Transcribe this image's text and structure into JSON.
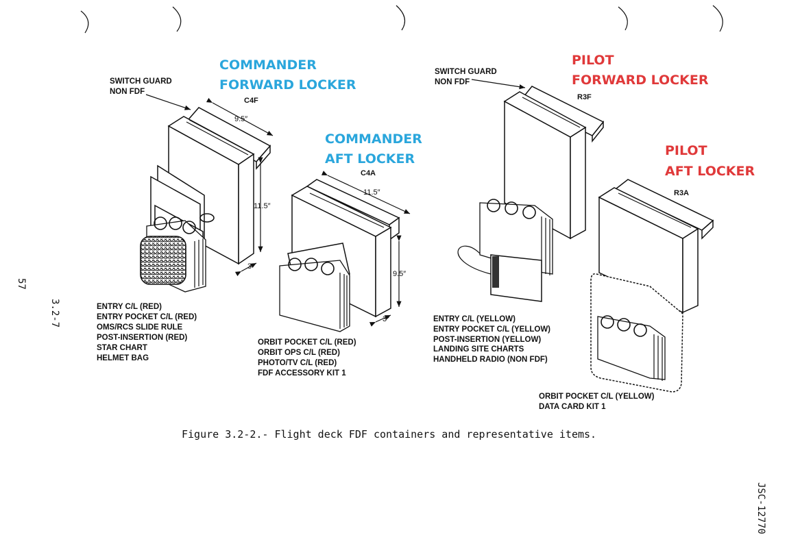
{
  "labels": {
    "cmdr_fwd": [
      "COMMANDER",
      "FORWARD LOCKER"
    ],
    "cmdr_aft": [
      "COMMANDER",
      "AFT LOCKER"
    ],
    "pilot_fwd": [
      "PILOT",
      "FORWARD LOCKER"
    ],
    "pilot_aft": [
      "PILOT",
      "AFT LOCKER"
    ]
  },
  "colors": {
    "commander": "#2aa6dc",
    "pilot": "#e0393a"
  },
  "ids": {
    "c4f": "C4F",
    "c4a": "C4A",
    "r3f": "R3F",
    "r3a": "R3A"
  },
  "switch_guard": [
    "SWITCH GUARD",
    "NON FDF"
  ],
  "dims": {
    "c4f_w": "9.5″",
    "c4f_h": "11.5″",
    "c4f_d": "3″",
    "c4a_w": "11.5″",
    "c4a_h": "9.5″",
    "c4a_d": "3″"
  },
  "lists": {
    "cmdr_fwd": [
      "ENTRY C/L (RED)",
      "ENTRY POCKET C/L (RED)",
      "OMS/RCS SLIDE RULE",
      "POST-INSERTION (RED)",
      "STAR CHART",
      "HELMET BAG"
    ],
    "cmdr_aft": [
      "ORBIT POCKET C/L (RED)",
      "ORBIT OPS C/L (RED)",
      "PHOTO/TV C/L (RED)",
      "FDF ACCESSORY KIT 1"
    ],
    "pilot_fwd": [
      "ENTRY C/L (YELLOW)",
      "ENTRY POCKET C/L (YELLOW)",
      "POST-INSERTION (YELLOW)",
      "LANDING SITE CHARTS",
      "HANDHELD RADIO (NON FDF)"
    ],
    "pilot_aft": [
      "ORBIT POCKET C/L (YELLOW)",
      "DATA CARD KIT 1"
    ]
  },
  "caption": "Figure 3.2-2.- Flight deck FDF containers and representative items.",
  "page_number": "57",
  "section_number": "3.2-7",
  "doc_id": "JSC-12770"
}
